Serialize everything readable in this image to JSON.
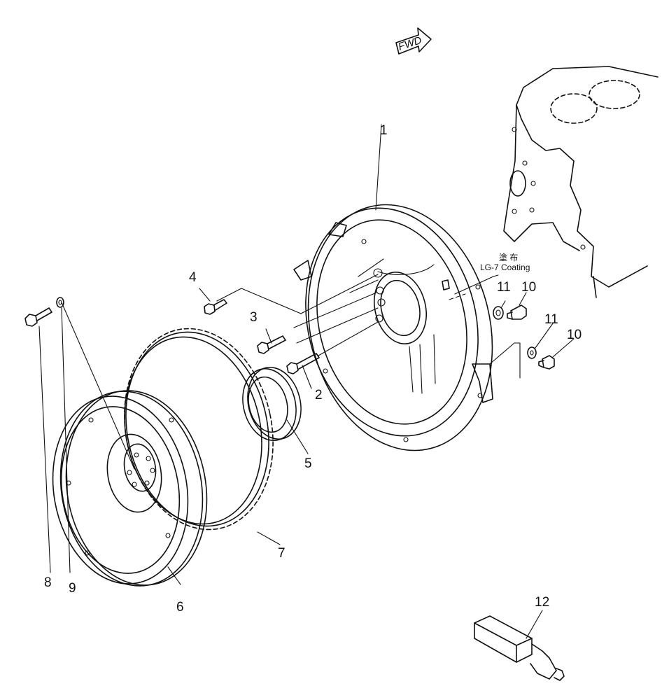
{
  "direction_mark": "FWD",
  "note": {
    "jp": "塗 布",
    "en": "LG-7 Coating"
  },
  "callouts": {
    "c1": "1",
    "c2": "2",
    "c3": "3",
    "c4": "4",
    "c5": "5",
    "c6": "6",
    "c7": "7",
    "c8": "8",
    "c9": "9",
    "c10a": "10",
    "c10b": "10",
    "c11a": "11",
    "c11b": "11",
    "c12": "12"
  }
}
